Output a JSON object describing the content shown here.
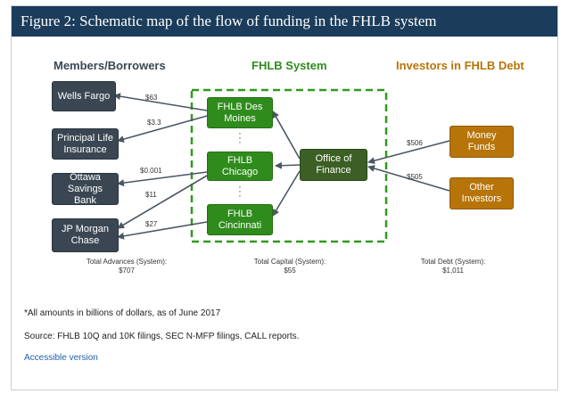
{
  "figure_title": "Figure 2: Schematic map of the flow of funding in the FHLB system",
  "columns": {
    "members": {
      "label": "Members/Borrowers",
      "color": "#3a4753"
    },
    "system": {
      "label": "FHLB System",
      "color": "#2f8c1c"
    },
    "investors": {
      "label": "Investors in FHLB Debt",
      "color": "#b77408"
    }
  },
  "members": [
    {
      "label": "Wells Fargo"
    },
    {
      "label": "Principal Life Insurance"
    },
    {
      "label": "Ottawa Savings Bank"
    },
    {
      "label": "JP Morgan Chase"
    }
  ],
  "banks": [
    {
      "label": "FHLB Des Moines"
    },
    {
      "label": "FHLB Chicago"
    },
    {
      "label": "FHLB Cincinnati"
    }
  ],
  "office": {
    "label": "Office of Finance"
  },
  "investors": [
    {
      "label": "Money Funds"
    },
    {
      "label": "Other Investors"
    }
  ],
  "flows": [
    {
      "from": "FHLB Des Moines",
      "to": "Wells Fargo",
      "amount": "$63"
    },
    {
      "from": "FHLB Des Moines",
      "to": "Principal Life Insurance",
      "amount": "$3.3"
    },
    {
      "from": "FHLB Chicago",
      "to": "Ottawa Savings Bank",
      "amount": "$0.001"
    },
    {
      "from": "FHLB Chicago",
      "to": "JP Morgan Chase",
      "amount": "$11"
    },
    {
      "from": "FHLB Cincinnati",
      "to": "JP Morgan Chase",
      "amount": "$27"
    },
    {
      "from": "Money Funds",
      "to": "Office of Finance",
      "amount": "$506"
    },
    {
      "from": "Other Investors",
      "to": "Office of Finance",
      "amount": "$505"
    }
  ],
  "totals": {
    "advances": {
      "label": "Total Advances (System):",
      "value": "$707"
    },
    "capital": {
      "label": "Total Capital (System):",
      "value": "$55"
    },
    "debt": {
      "label": "Total Debt (System):",
      "value": "$1,011"
    }
  },
  "footnote": "*All amounts in billions of dollars, as of June 2017",
  "source": "Source: FHLB 10Q and 10K filings, SEC N-MFP filings, CALL reports.",
  "accessible_link": "Accessible version"
}
